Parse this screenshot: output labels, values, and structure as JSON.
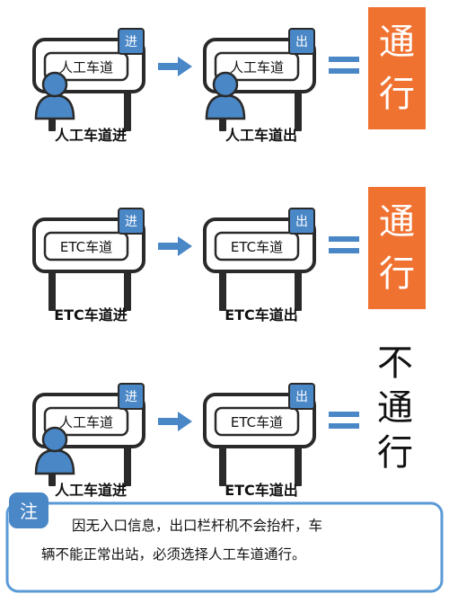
{
  "colors": {
    "blue": "#4a87c7",
    "orange": "#f07231",
    "border": "#2a2a2a",
    "note_border": "#5a9ad6"
  },
  "rows": [
    {
      "entry": {
        "sign_text": "人工车道",
        "badge": "进",
        "has_person": true,
        "caption": "人工车道进"
      },
      "exit": {
        "sign_text": "人工车道",
        "badge": "出",
        "has_person": true,
        "caption": "人工车道出"
      },
      "equals_icon": "equals-icon",
      "arrow_icon": "right-arrow-icon",
      "result": {
        "chars": [
          "通",
          "行"
        ],
        "style": "orange"
      }
    },
    {
      "entry": {
        "sign_text": "ETC车道",
        "badge": "进",
        "has_person": false,
        "caption": "ETC车道进"
      },
      "exit": {
        "sign_text": "ETC车道",
        "badge": "出",
        "has_person": false,
        "caption": "ETC车道出"
      },
      "equals_icon": "equals-icon",
      "arrow_icon": "right-arrow-icon",
      "result": {
        "chars": [
          "通",
          "行"
        ],
        "style": "orange"
      }
    },
    {
      "entry": {
        "sign_text": "人工车道",
        "badge": "进",
        "has_person": true,
        "caption": "人工车道进"
      },
      "exit": {
        "sign_text": "ETC车道",
        "badge": "出",
        "has_person": false,
        "caption": "ETC车道出"
      },
      "equals_icon": "equals-icon",
      "arrow_icon": "right-arrow-icon",
      "result": {
        "chars": [
          "不",
          "通",
          "行"
        ],
        "style": "plain"
      }
    }
  ],
  "note": {
    "badge": "注",
    "lines": [
      "因无入口信息，出口栏杆机不会抬杆，车",
      "辆不能正常出站，必须选择人工车道通行。"
    ]
  }
}
